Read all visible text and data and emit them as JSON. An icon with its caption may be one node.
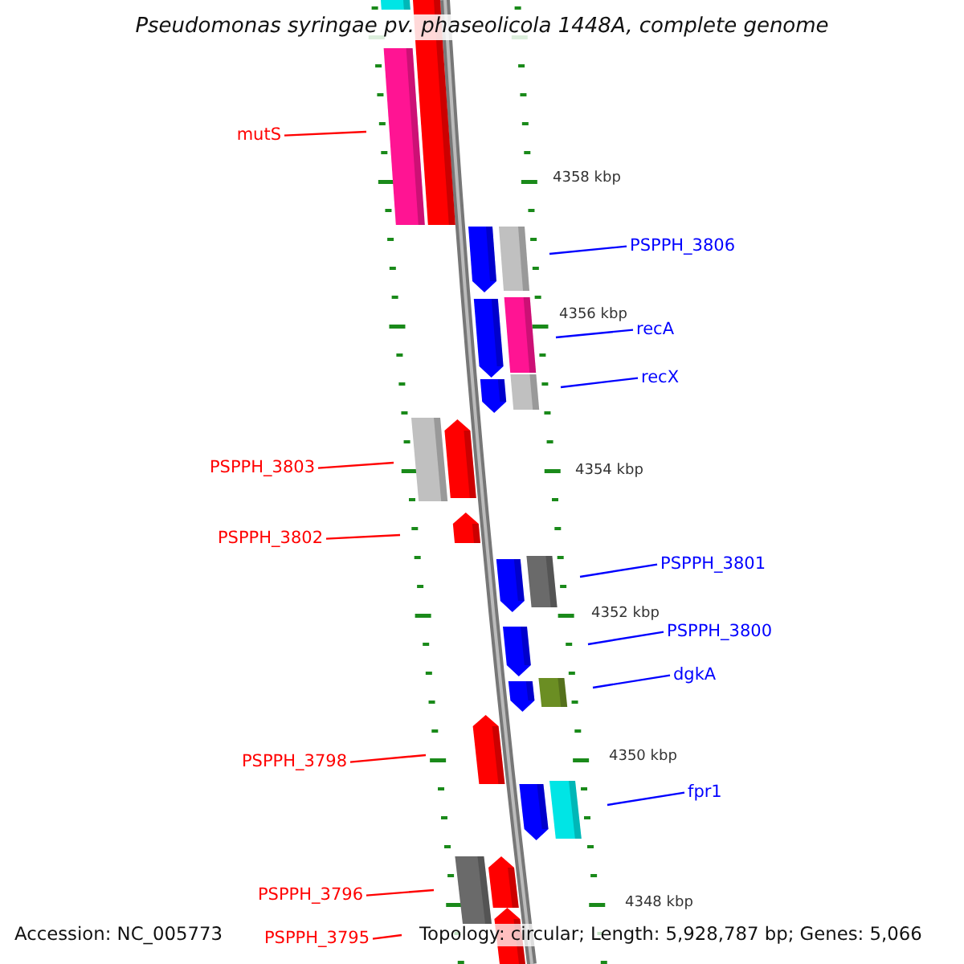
{
  "diagram": {
    "title": "Pseudomonas syringae pv. phaseolicola 1448A, complete genome",
    "nodes": [
      {
        "text": [
          "mutS"
        ]
      },
      {
        "text": [
          "PSPPH_3806"
        ]
      },
      {
        "text": [
          "recA"
        ]
      },
      {
        "text": [
          "recX"
        ]
      },
      {
        "text": [
          "PSPPH_3803"
        ]
      },
      {
        "text": [
          "PSPPH_3802"
        ]
      },
      {
        "text": [
          "PSPPH_3801"
        ]
      },
      {
        "text": [
          "PSPPH_3800"
        ]
      },
      {
        "text": [
          "dgkA"
        ]
      },
      {
        "text": [
          "PSPPH_3798"
        ]
      },
      {
        "text": [
          "fpr1"
        ]
      },
      {
        "text": [
          "PSPPH_3796"
        ]
      },
      {
        "text": [
          "PSPPH_3795"
        ]
      }
    ],
    "edges": [
      {
        "from": 0,
        "to": null,
        "arrow": "none",
        "color": "#ff0000"
      },
      {
        "from": 1,
        "to": null,
        "arrow": "none"
      },
      {
        "from": 2,
        "to": null,
        "arrow": "none"
      },
      {
        "from": 3,
        "to": null,
        "arrow": "none"
      },
      {
        "from": 4,
        "to": null,
        "arrow": "none",
        "color": "#ff0000"
      },
      {
        "from": 5,
        "to": null,
        "arrow": "none",
        "color": "#ff0000"
      },
      {
        "from": 6,
        "to": null,
        "arrow": "none"
      },
      {
        "from": 7,
        "to": null,
        "arrow": "none"
      },
      {
        "from": 8,
        "to": null,
        "arrow": "none"
      },
      {
        "from": 9,
        "to": null,
        "arrow": "none",
        "color": "#ff0000"
      },
      {
        "from": 10,
        "to": null,
        "arrow": "none"
      },
      {
        "from": 11,
        "to": null,
        "arrow": "none",
        "color": "#ff0000"
      },
      {
        "from": 12,
        "to": null,
        "arrow": "none",
        "color": "#ff0000"
      }
    ],
    "labels": [
      "4358 kbp",
      "4356 kbp",
      "4354 kbp",
      "4352 kbp",
      "4350 kbp",
      "4348 kbp",
      "Accession: NC_005773",
      "Topology: circular; Length: 5,928,787 bp; Genes: 5,066"
    ]
  }
}
